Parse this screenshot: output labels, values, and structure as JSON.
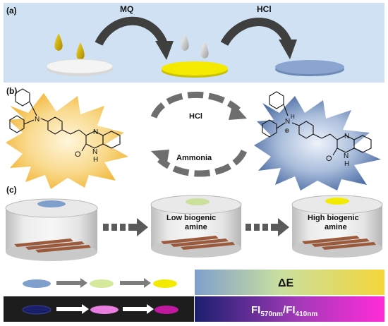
{
  "panels": {
    "a": {
      "label": "(a)",
      "arrow1_label": "MQ",
      "arrow2_label": "HCl"
    },
    "b": {
      "label": "(b)",
      "top_arrow_label": "HCl",
      "bottom_arrow_label": "Ammonia"
    },
    "c": {
      "label": "(c)",
      "middle_label_line1": "Low biogenic",
      "middle_label_line2": "amine",
      "right_label_line1": "High biogenic",
      "right_label_line2": "amine"
    }
  },
  "molecule": {
    "left": {
      "N_amine": "N",
      "N_ring": "N",
      "NH": "N",
      "H": "H",
      "O": "O"
    },
    "right": {
      "N_amine": "N",
      "H_amine": "H",
      "plus": "⊕",
      "N_ring": "N",
      "NH": "N",
      "H": "H",
      "O": "O"
    }
  },
  "legend": {
    "delta_e": "ΔE",
    "fi_main": "FI",
    "fi_sub1": "570nm",
    "fi_slash": "/FI",
    "fi_sub2": "410nm"
  },
  "colors": {
    "panel_a_bg": "#cfe1f3",
    "drop_yellow": "#d8b400",
    "drop_silver": "#c8c8c8",
    "disc_white": "#f0f0f0",
    "disc_yellow": "#f4ea00",
    "disc_blue": "#7f9fcc",
    "disc_green": "#d4ea9a",
    "fl_dark_blue": "#1b1f6b",
    "fl_pink": "#e77ee0",
    "fl_magenta": "#c0189f",
    "arrow_gray": "#555555",
    "burst_yellow": "#f7c55a",
    "burst_blue": "#5d7fb3"
  }
}
